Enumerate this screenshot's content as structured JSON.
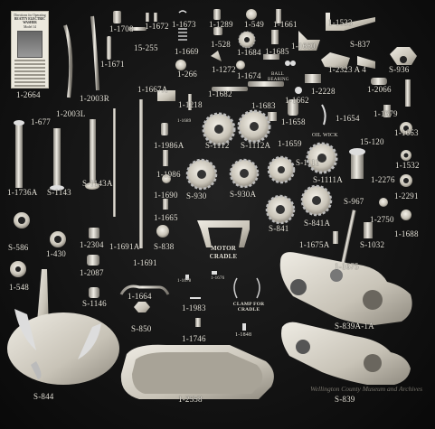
{
  "colors": {
    "background": "#141414",
    "metal": "#cfcac0",
    "label": "#e9e6dc"
  },
  "document": {
    "line1": "Directions for Operating",
    "line2": "BEATTY ELECTRIC WASHER",
    "line3": "Model 14"
  },
  "labels": {
    "l1708": "1-1708",
    "l1672": "1-1672",
    "l1673": "1-1673",
    "l1289": "1-1289",
    "l549": "1-549",
    "l1661": "1-1661",
    "l1533": "1-1533",
    "l15255": "15-255",
    "l528": "1-528",
    "l1684": "1-1684",
    "l1660": "1-1660",
    "s837": "S-837",
    "l1671": "1-1671",
    "l1669": "1-1669",
    "l1685": "1-1685",
    "l2323": "1-2323 A 4",
    "s936": "S-936",
    "l266": "1-266",
    "l1272": "1-1272",
    "l1674": "1-1674",
    "ball": "BALL",
    "bearing": "BEARING",
    "l2003r": "1-2003R",
    "l1667a": "1-1667A",
    "l2228": "1-2228",
    "l2066": "1-2066",
    "l2664": "1-2664",
    "l2003l": "1-2003L",
    "l677": "1-677",
    "l1218": "1-1218",
    "l1682": "1-1682",
    "l1683": "1-1683",
    "l1662": "1-1662",
    "l1654": "1-1654",
    "l1679": "1-1679",
    "l1689": "1-1689",
    "l1658": "1-1658",
    "l1663": "1-1663",
    "s1112": "S-1112",
    "s1112a": "S-1112A",
    "oilwick": "OIL WICK",
    "l15120": "15-120",
    "l1659": "1-1659",
    "l1986a": "1-1986A",
    "s1111": "S-1111",
    "l1532": "1-1532",
    "l1986": "1-1986",
    "s1111a": "S-1111A",
    "l2276": "1-2276",
    "l1736a": "1-1736A",
    "s1143": "S-1143",
    "s1143a": "S-1143A",
    "l1690": "1-1690",
    "s930": "S-930",
    "s930a": "S-930A",
    "s967": "S-967",
    "l2291": "1-2291",
    "l1665": "1-1665",
    "s841": "S-841",
    "s841a": "S-841A",
    "l2750": "1-2750",
    "l1688": "1-1688",
    "s586": "S-586",
    "l2304": "1-2304",
    "l1691a": "1-1691A",
    "s838": "S-838",
    "motor": "MOTOR",
    "cradle": "CRADLE",
    "l1675a": "1-1675A",
    "s1032": "S-1032",
    "l430": "1-430",
    "l1691": "1-1691",
    "l1675": "1-1675",
    "l548": "1-548",
    "l2087": "1-2087",
    "l1664": "1-1664",
    "l1678": "1-1678",
    "l1676": "1-1676",
    "clamp": "CLAMP FOR",
    "clamp2": "CRADLE",
    "s1146": "S-1146",
    "l1983": "1-1983",
    "s850": "S-850",
    "s839a": "S-839A-1A",
    "l1746": "1-1746",
    "l1848": "1-1848",
    "s844": "S-844",
    "l2558": "1-2558",
    "s839": "S-839"
  },
  "credit": "Wellington County Museum and Archives"
}
